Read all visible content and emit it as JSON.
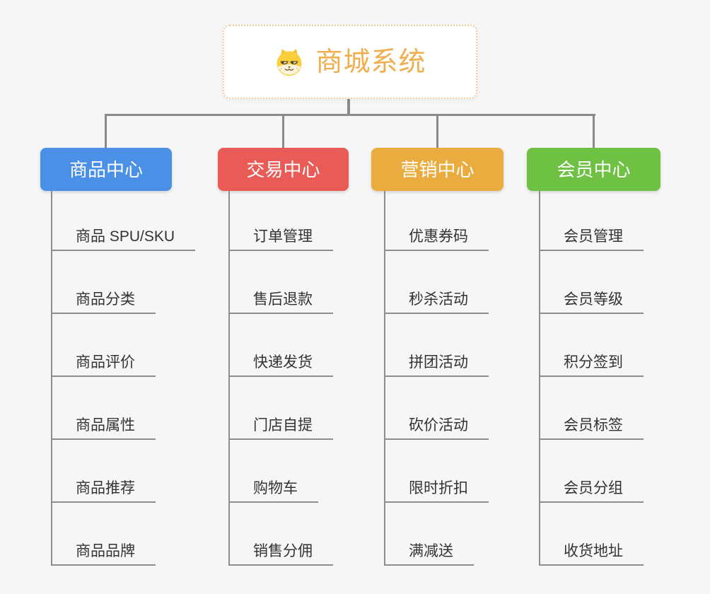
{
  "canvas": {
    "background": "#f6f6f6",
    "connector_color": "#8a8a8a",
    "underline_color": "#8d8d8d"
  },
  "root": {
    "title": "商城系统",
    "icon": "shiba-dog-face-icon",
    "title_color": "#f0ae4e",
    "border_color": "#f2cd95"
  },
  "branches": [
    {
      "label": "商品中心",
      "color": "#4a90e6",
      "items": [
        "商品 SPU/SKU",
        "商品分类",
        "商品评价",
        "商品属性",
        "商品推荐",
        "商品品牌"
      ]
    },
    {
      "label": "交易中心",
      "color": "#e85b57",
      "items": [
        "订单管理",
        "售后退款",
        "快递发货",
        "门店自提",
        "购物车",
        "销售分佣"
      ]
    },
    {
      "label": "营销中心",
      "color": "#ebac3f",
      "items": [
        "优惠券码",
        "秒杀活动",
        "拼团活动",
        "砍价活动",
        "限时折扣",
        "满减送"
      ]
    },
    {
      "label": "会员中心",
      "color": "#6fc143",
      "items": [
        "会员管理",
        "会员等级",
        "积分签到",
        "会员标签",
        "会员分组",
        "收货地址"
      ]
    }
  ]
}
